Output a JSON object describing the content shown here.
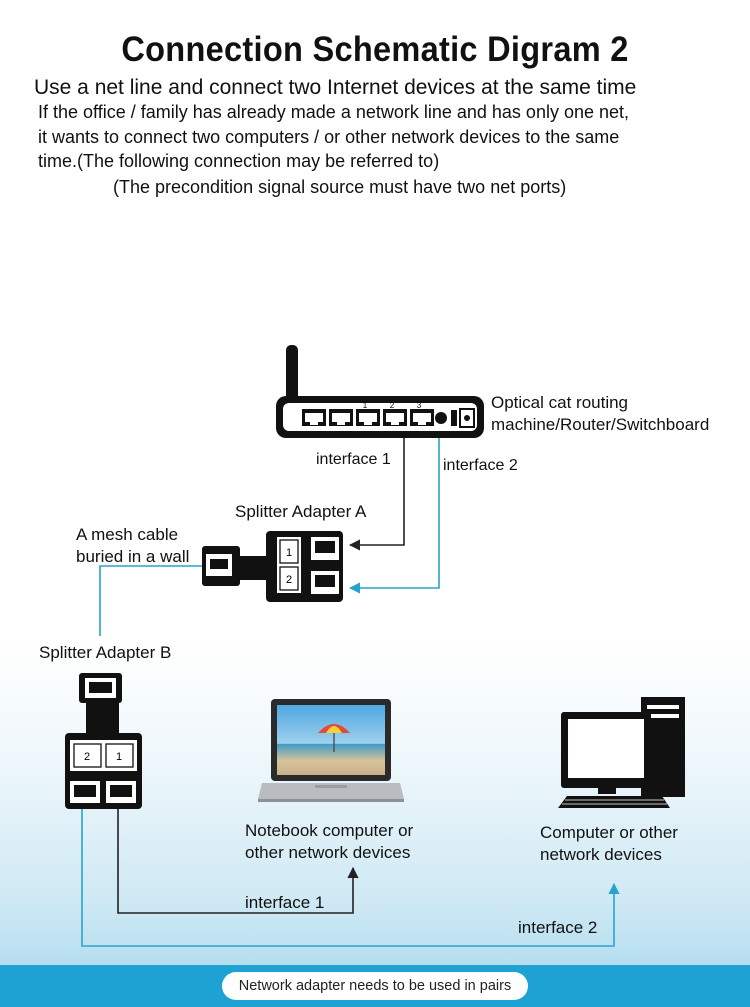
{
  "header": {
    "title": "Connection Schematic Digram 2",
    "subtitle": "Use a net line and connect two Internet devices at the same time",
    "description_lines": [
      "If the office / family has already made a network line and has only one net,",
      "it wants to connect two computers / or other network devices to the same",
      "time.(The following connection may be referred to)"
    ],
    "precondition": "(The precondition signal source must have two net ports)"
  },
  "router": {
    "label_lines": [
      "Optical cat routing",
      "machine/Router/Switchboard"
    ],
    "port_numbers": [
      "1",
      "2",
      "3"
    ],
    "interface_1": "interface 1",
    "interface_2": "interface 2"
  },
  "splitter_a": {
    "label": "Splitter Adapter A",
    "port_numbers": [
      "1",
      "2"
    ]
  },
  "wall_cable": {
    "label_lines": [
      "A mesh cable",
      "buried in a wall"
    ]
  },
  "splitter_b": {
    "label": "Splitter Adapter B",
    "port_numbers": [
      "2",
      "1"
    ]
  },
  "notebook": {
    "label_lines": [
      "Notebook computer or",
      "other network devices"
    ],
    "interface": "interface 1"
  },
  "desktop": {
    "label_lines": [
      "Computer or other",
      "network devices"
    ],
    "interface": "interface 2"
  },
  "footer": {
    "note": "Network adapter needs to be used in pairs"
  },
  "colors": {
    "blue_line": "#2aa3cc",
    "black_line": "#222222",
    "footer_bar": "#1ea2d3"
  }
}
